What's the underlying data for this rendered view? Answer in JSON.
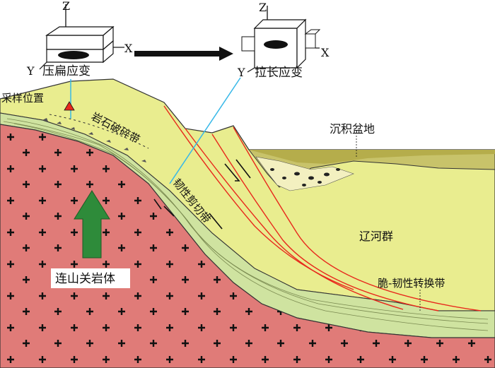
{
  "strain_compression": {
    "label": "压扁应变",
    "axis_z": "Z",
    "axis_x": "X",
    "axis_y": "Y"
  },
  "strain_extension": {
    "label": "拉长应变",
    "axis_z": "Z",
    "axis_x": "X",
    "axis_y": "Y"
  },
  "labels": {
    "sampling_site": "采样位置",
    "cataclastic_zone": "岩石破碎带",
    "ductile_shear_zone": "韧性剪切带",
    "sedimentary_basin": "沉积盆地",
    "liaohe_group": "辽河群",
    "transition_zone": "脆-韧性转换带",
    "lianshanguan_pluton": "连山关岩体"
  },
  "colors": {
    "granite": "#e07b78",
    "liaohe": "#e9ed8f",
    "shear_zone": "#cfe3a0",
    "basin_fill": "#c8c36a",
    "basin_top": "#b5ad4b",
    "fault": "#e8281c",
    "sample_line": "#38b8e8",
    "uplift_arrow": "#2e8b3a"
  }
}
